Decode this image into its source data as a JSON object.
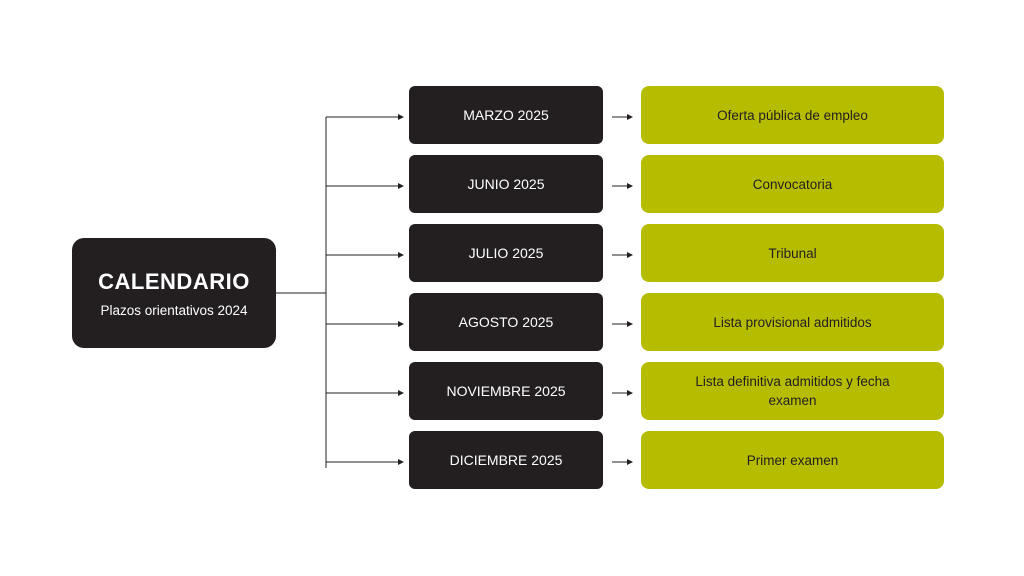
{
  "root": {
    "title": "CALENDARIO",
    "subtitle": "Plazos orientativos 2024"
  },
  "rows": [
    {
      "date": "MARZO 2025",
      "event": "Oferta pública de empleo"
    },
    {
      "date": "JUNIO 2025",
      "event": "Convocatoria"
    },
    {
      "date": "JULIO 2025",
      "event": "Tribunal"
    },
    {
      "date": "AGOSTO 2025",
      "event": "Lista provisional admitidos"
    },
    {
      "date": "NOVIEMBRE 2025",
      "event": "Lista definitiva admitidos y fecha examen"
    },
    {
      "date": "DICIEMBRE 2025",
      "event": "Primer examen"
    }
  ],
  "colors": {
    "dark_box": "#231f20",
    "accent_box": "#b6bd00",
    "connector": "#231f20"
  }
}
